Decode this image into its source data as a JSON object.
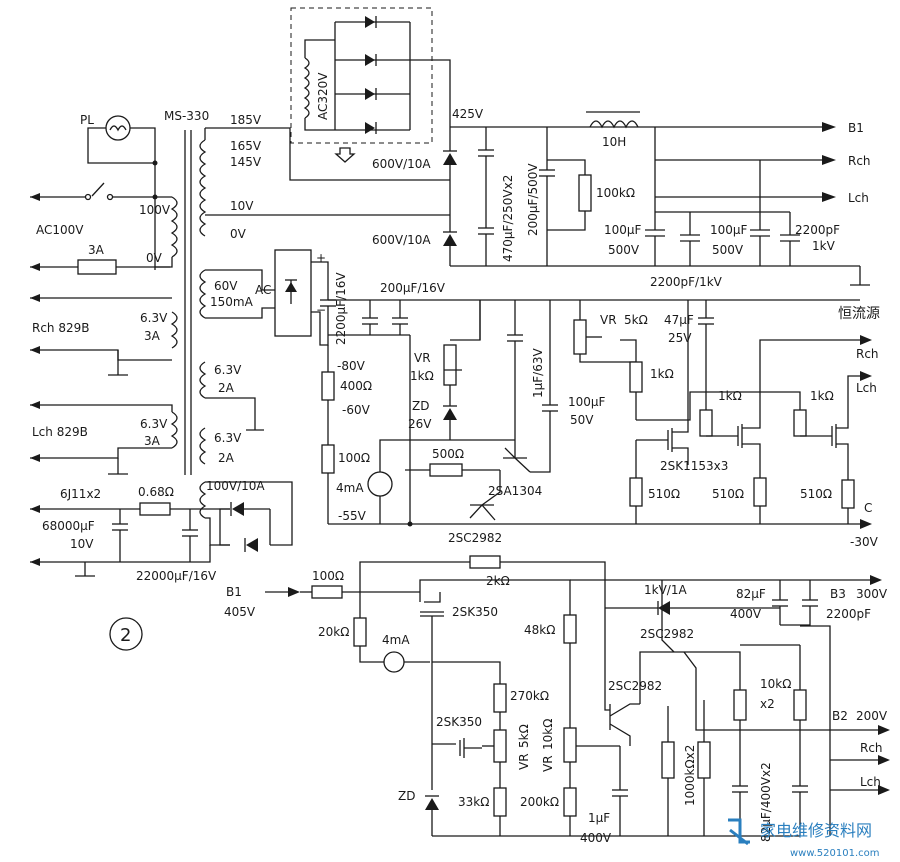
{
  "section_number": "2",
  "transformer": {
    "model": "MS-330",
    "taps": [
      "185V",
      "165V",
      "145V",
      "10V",
      "0V"
    ],
    "primary": [
      "100V",
      "0V"
    ],
    "bias": [
      "60V",
      "150mA"
    ],
    "heaters": [
      {
        "v": "6.3V",
        "i": "3A"
      },
      {
        "v": "6.3V",
        "i": "2A"
      },
      {
        "v": "6.3V",
        "i": "3A"
      },
      {
        "v": "6.3V",
        "i": "2A"
      }
    ],
    "low": "100V/10A"
  },
  "mains": {
    "lamp": "PL",
    "input": "AC100V",
    "fuse": "3A"
  },
  "heater_loads": {
    "rch": "Rch  829B",
    "lch": "Lch  829B",
    "tubes": "6J11x2"
  },
  "bridge_ac": "AC",
  "bridge_box": "AC320V",
  "hv": {
    "v425": "425V",
    "diode1": "600V/10A",
    "diode2": "600V/10A",
    "cap1": "470μF/250Vx2",
    "cap2": "200μF/500V",
    "res": "100kΩ",
    "choke": "10H",
    "c100a": [
      "100μF",
      "500V"
    ],
    "c100b": [
      "100μF",
      "500V"
    ],
    "c2200": [
      "2200pF",
      "1kV"
    ],
    "c2200b": "2200pF/1kV"
  },
  "outputs": {
    "b1": "B1",
    "rch": "Rch",
    "lch": "Lch"
  },
  "ccs": {
    "title": "恒流源",
    "c200": "200μF/16V",
    "c2200": "2200μF/16V",
    "vr1": [
      "VR",
      "1kΩ"
    ],
    "zd": [
      "ZD",
      "26V"
    ],
    "v80": "-80V",
    "r400": "400Ω",
    "v60": "-60V",
    "r100": "100Ω",
    "meter": "4mA",
    "v55": "-55V",
    "r500": "500Ω",
    "c1u": "1μF/63V",
    "c100u": [
      "100μF",
      "50V"
    ],
    "q1": "2SA1304",
    "q2": "2SC2982",
    "vr5": [
      "VR",
      "5kΩ"
    ],
    "c47": [
      "47μF",
      "25V"
    ],
    "r1k": [
      "1kΩ",
      "1kΩ",
      "1kΩ"
    ],
    "fets": "2SK1153x3",
    "r510": [
      "510Ω",
      "510Ω",
      "510Ω"
    ],
    "out_rch": "Rch",
    "out_lch": "Lch",
    "out_c": "C",
    "out_v": "-30V"
  },
  "filament": {
    "r": "0.68Ω",
    "c1": [
      "68000μF",
      "10V"
    ],
    "c2": "22000μF/16V"
  },
  "reg": {
    "in": [
      "B1",
      "405V"
    ],
    "r100": "100Ω",
    "r2k": "2kΩ",
    "r20k": "20kΩ",
    "fet1": "2SK350",
    "meter": "4mA",
    "r270": "270kΩ",
    "fet2": "2SK350",
    "vr5": [
      "VR",
      "5kΩ"
    ],
    "zd": "ZD",
    "r33": "33kΩ",
    "r48": "48kΩ",
    "vr10": [
      "VR",
      "10kΩ"
    ],
    "r200": "200kΩ",
    "c1u": [
      "1μF",
      "400V"
    ],
    "q_top": "2SC2982",
    "q_mid": "2SC2982",
    "q_lbl": "2SC2982",
    "diode": "1kV/1A",
    "c82": [
      "82μF",
      "400V"
    ],
    "b3": [
      "B3",
      "300V"
    ],
    "c2200": "2200pF",
    "r10k": [
      "10kΩ",
      "x2"
    ],
    "r1000k": "1000kΩx2",
    "c82x2": "82μF/400Vx2",
    "b2": [
      "B2",
      "200V"
    ],
    "rch": "Rch",
    "lch": "Lch"
  },
  "watermark": {
    "cn": "家电维修资料网",
    "url": "www.520101.com"
  }
}
